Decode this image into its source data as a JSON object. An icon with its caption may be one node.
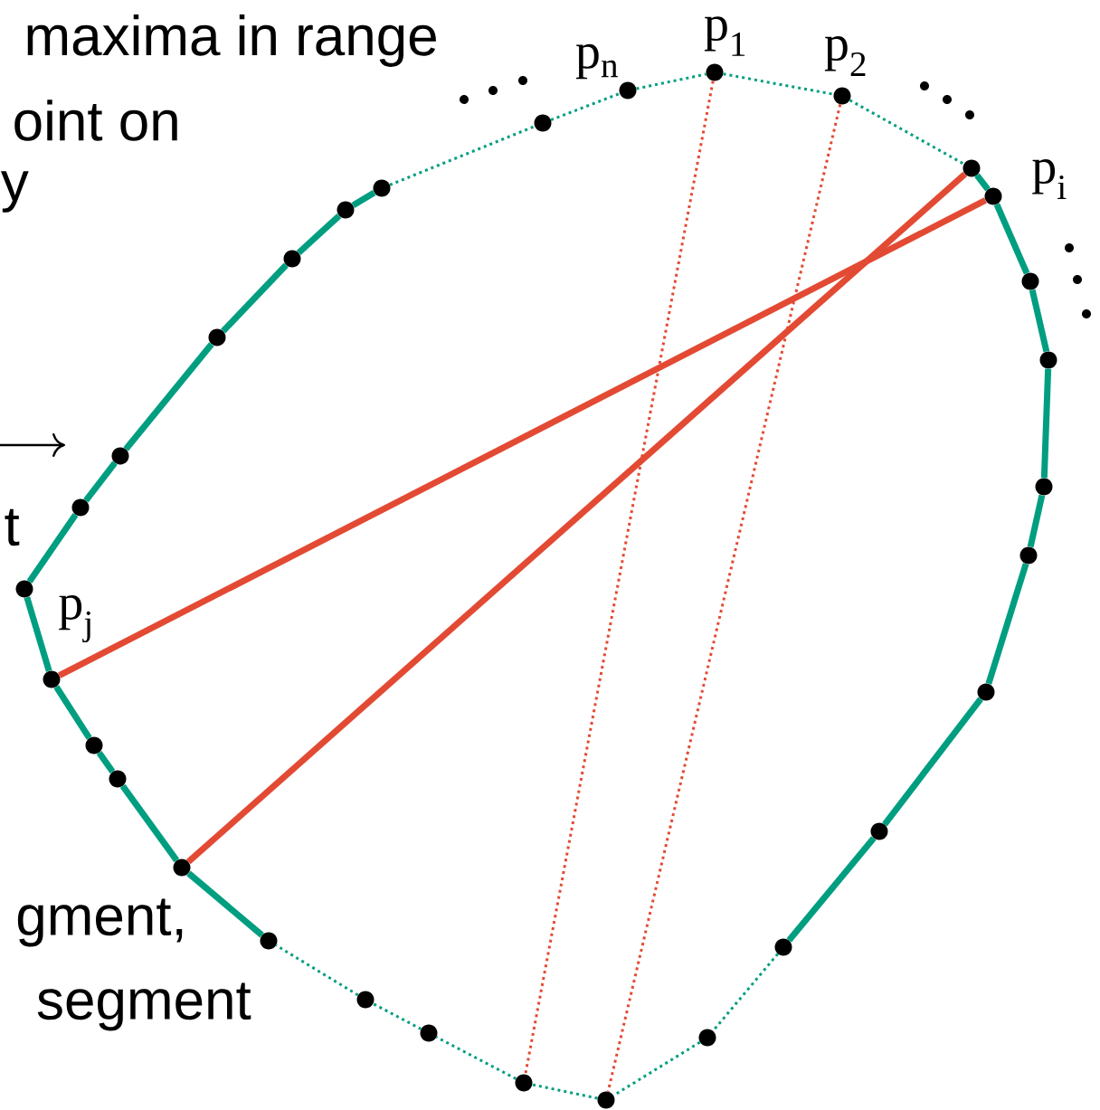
{
  "diagram": {
    "nodes": [
      {
        "text": [],
        "shape": "circle",
        "beside": [
          "p$_{1}$"
        ]
      },
      {
        "text": [],
        "shape": "circle",
        "beside": [
          "p$_{2}$"
        ]
      },
      {
        "text": [],
        "shape": "circle",
        "beside": [
          "p$_{i}$"
        ]
      },
      {
        "text": [],
        "shape": "circle"
      },
      {
        "text": [],
        "shape": "circle"
      },
      {
        "text": [],
        "shape": "circle"
      },
      {
        "text": [],
        "shape": "circle"
      },
      {
        "text": [],
        "shape": "circle"
      },
      {
        "text": [],
        "shape": "circle"
      },
      {
        "text": [],
        "shape": "circle"
      },
      {
        "text": [],
        "shape": "circle"
      },
      {
        "text": [],
        "shape": "circle"
      },
      {
        "text": [],
        "shape": "circle"
      },
      {
        "text": [],
        "shape": "circle"
      },
      {
        "text": [],
        "shape": "circle"
      },
      {
        "text": [],
        "shape": "circle"
      },
      {
        "text": [],
        "shape": "circle"
      },
      {
        "text": [],
        "shape": "circle"
      },
      {
        "text": [],
        "shape": "circle"
      },
      {
        "text": [],
        "shape": "circle"
      },
      {
        "text": [],
        "shape": "circle",
        "beside": [
          "p$_{j}$"
        ]
      },
      {
        "text": [],
        "shape": "circle"
      },
      {
        "text": [],
        "shape": "circle"
      },
      {
        "text": [],
        "shape": "circle"
      },
      {
        "text": [],
        "shape": "circle"
      },
      {
        "text": [],
        "shape": "circle"
      },
      {
        "text": [],
        "shape": "circle"
      },
      {
        "text": [],
        "shape": "circle"
      },
      {
        "text": [],
        "shape": "circle"
      },
      {
        "text": [],
        "shape": "circle",
        "beside": [
          "p$_{n}$"
        ]
      }
    ],
    "edges": [
      {
        "from": 0,
        "to": 1,
        "arrow": "none",
        "style": "dashed"
      },
      {
        "from": 1,
        "to": 2,
        "arrow": "none",
        "style": "dashed"
      },
      {
        "from": 2,
        "to": 3,
        "arrow": "none"
      },
      {
        "from": 3,
        "to": 4,
        "arrow": "none"
      },
      {
        "from": 4,
        "to": 5,
        "arrow": "none"
      },
      {
        "from": 5,
        "to": 6,
        "arrow": "none"
      },
      {
        "from": 6,
        "to": 7,
        "arrow": "none"
      },
      {
        "from": 7,
        "to": 8,
        "arrow": "none"
      },
      {
        "from": 8,
        "to": 9,
        "arrow": "none"
      },
      {
        "from": 9,
        "to": 10,
        "arrow": "none"
      },
      {
        "from": 10,
        "to": 11,
        "arrow": "none",
        "style": "dashed"
      },
      {
        "from": 11,
        "to": 12,
        "arrow": "none",
        "style": "dashed"
      },
      {
        "from": 12,
        "to": 13,
        "arrow": "none",
        "style": "dashed"
      },
      {
        "from": 13,
        "to": 14,
        "arrow": "none",
        "style": "dashed"
      },
      {
        "from": 14,
        "to": 15,
        "arrow": "none",
        "style": "dashed"
      },
      {
        "from": 15,
        "to": 16,
        "arrow": "none",
        "style": "dashed"
      },
      {
        "from": 16,
        "to": 17,
        "arrow": "none"
      },
      {
        "from": 17,
        "to": 18,
        "arrow": "none"
      },
      {
        "from": 18,
        "to": 19,
        "arrow": "none"
      },
      {
        "from": 19,
        "to": 20,
        "arrow": "none"
      },
      {
        "from": 20,
        "to": 21,
        "arrow": "none"
      },
      {
        "from": 21,
        "to": 22,
        "arrow": "none"
      },
      {
        "from": 22,
        "to": 23,
        "arrow": "none"
      },
      {
        "from": 23,
        "to": 24,
        "arrow": "none"
      },
      {
        "from": 24,
        "to": 25,
        "arrow": "none"
      },
      {
        "from": 25,
        "to": 26,
        "arrow": "none"
      },
      {
        "from": 26,
        "to": 27,
        "arrow": "none"
      },
      {
        "from": 27,
        "to": 28,
        "arrow": "none",
        "style": "dashed"
      },
      {
        "from": 28,
        "to": 29,
        "arrow": "none",
        "style": "dashed"
      },
      {
        "from": 29,
        "to": 0,
        "arrow": "none",
        "style": "dashed"
      },
      {
        "from": 2,
        "to": 17,
        "arrow": "none",
        "color": "#e34a33"
      },
      {
        "from": 3,
        "to": 20,
        "arrow": "none",
        "color": "#e34a33"
      },
      {
        "from": 0,
        "to": 13,
        "arrow": "none",
        "style": "dashed",
        "color": "#e34a33"
      },
      {
        "from": 1,
        "to": 12,
        "arrow": "none",
        "style": "dashed",
        "color": "#e34a33"
      }
    ],
    "labels": [
      "maxima in range",
      "oint on",
      "y",
      "t",
      "gment,",
      "segment"
    ]
  }
}
